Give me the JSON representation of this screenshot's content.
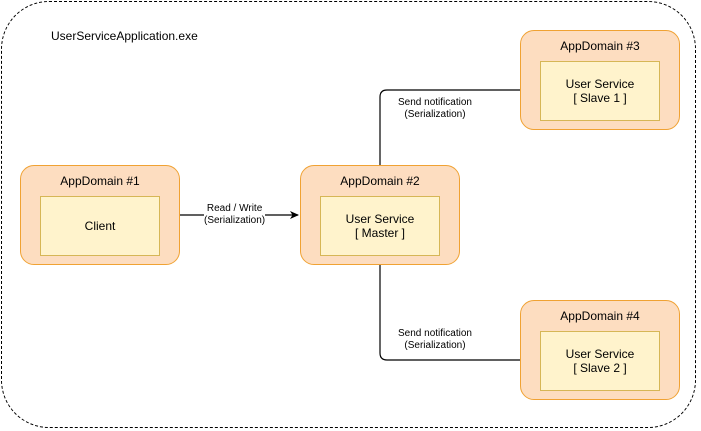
{
  "process": {
    "title": "UserServiceApplication.exe"
  },
  "domains": [
    {
      "id": "appdomain-1",
      "title": "AppDomain #1",
      "lines": [
        "Client"
      ]
    },
    {
      "id": "appdomain-2",
      "title": "AppDomain #2",
      "lines": [
        "User Service",
        "[ Master ]"
      ]
    },
    {
      "id": "appdomain-3",
      "title": "AppDomain #3",
      "lines": [
        "User Service",
        "[ Slave 1 ]"
      ]
    },
    {
      "id": "appdomain-4",
      "title": "AppDomain #4",
      "lines": [
        "User Service",
        "[ Slave 2 ]"
      ]
    }
  ],
  "edges": [
    {
      "from": "appdomain-1",
      "to": "appdomain-2",
      "label_line1": "Read / Write",
      "label_line2": "(Serialization)"
    },
    {
      "from": "appdomain-2",
      "to": "appdomain-3",
      "label_line1": "Send notification",
      "label_line2": "(Serialization)"
    },
    {
      "from": "appdomain-2",
      "to": "appdomain-4",
      "label_line1": "Send notification",
      "label_line2": "(Serialization)"
    }
  ],
  "colors": {
    "domain_fill": "#fdddc0",
    "domain_border": "#f0a233",
    "inner_fill": "#fff3cc",
    "inner_border": "#d6b656",
    "edge": "#000000"
  }
}
